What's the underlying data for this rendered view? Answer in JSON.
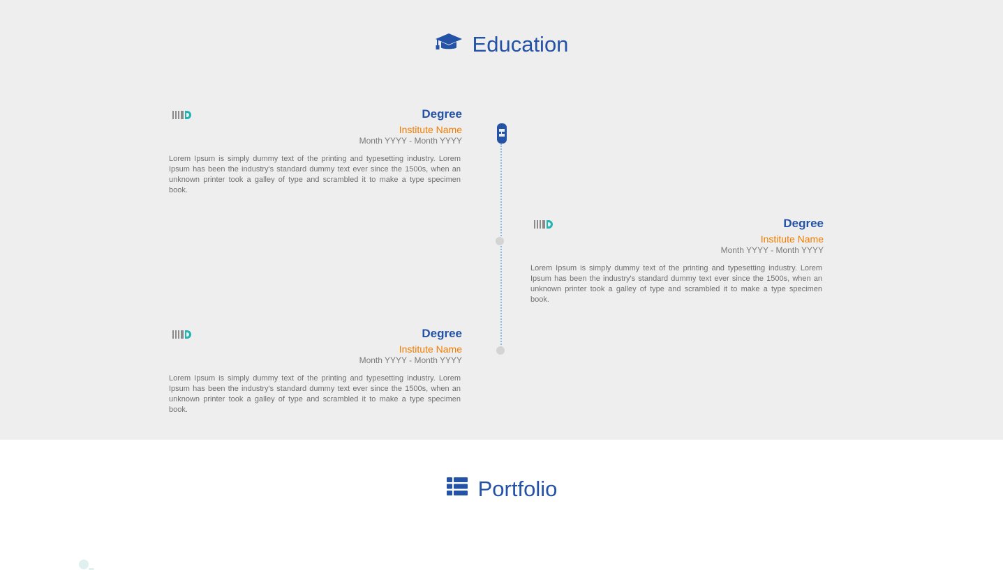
{
  "education": {
    "title": "Education",
    "icon": "graduation-cap-icon",
    "entries": [
      {
        "degree": "Degree",
        "institute": "Institute Name",
        "dates": "Month YYYY - Month YYYY",
        "description": "Lorem Ipsum is simply dummy text of the printing and typesetting industry. Lorem Ipsum has been the industry's standard dummy text ever since the 1500s, when an unknown printer took a galley of type and scrambled it to make a type specimen book."
      },
      {
        "degree": "Degree",
        "institute": "Institute Name",
        "dates": "Month YYYY - Month YYYY",
        "description": "Lorem Ipsum is simply dummy text of the printing and typesetting industry. Lorem Ipsum has been the industry's standard dummy text ever since the 1500s, when an unknown printer took a galley of type and scrambled it to make a type specimen book."
      },
      {
        "degree": "Degree",
        "institute": "Institute Name",
        "dates": "Month YYYY - Month YYYY",
        "description": "Lorem Ipsum is simply dummy text of the printing and typesetting industry. Lorem Ipsum has been the industry's standard dummy text ever since the 1500s, when an unknown printer took a galley of type and scrambled it to make a type specimen book."
      }
    ]
  },
  "portfolio": {
    "title": "Portfolio",
    "icon": "list-grid-icon"
  },
  "colors": {
    "accent": "#2452a6",
    "institute": "#f07d00",
    "section_bg": "#eeeeee",
    "timeline": "#8ab8e8"
  }
}
